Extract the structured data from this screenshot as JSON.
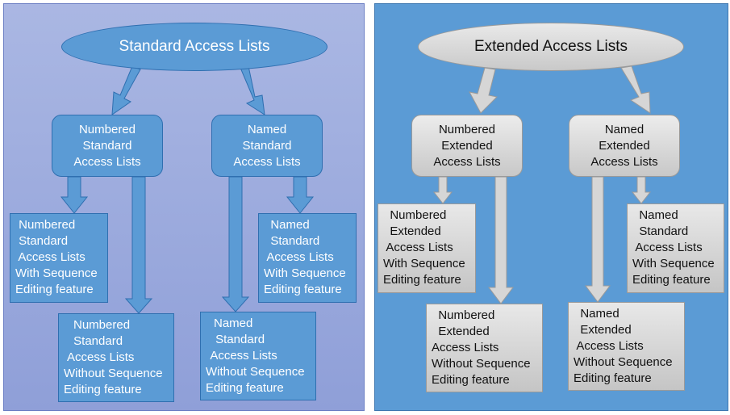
{
  "left": {
    "root": "Standard Access Lists",
    "children": [
      {
        "lines": [
          "Numbered",
          "Standard",
          "Access Lists"
        ]
      },
      {
        "lines": [
          "Named",
          "Standard",
          "Access Lists"
        ]
      }
    ],
    "leaves": [
      {
        "lines": [
          " Numbered",
          " Standard",
          " Access Lists",
          "With Sequence",
          "Editing feature"
        ]
      },
      {
        "lines": [
          "  Named",
          "  Standard",
          " Access Lists",
          "With Sequence",
          "Editing feature"
        ]
      },
      {
        "lines": [
          "Numbered",
          " Standard",
          "Access Lists",
          "Without Sequence",
          "Editing feature"
        ]
      },
      {
        "lines": [
          "Named",
          " Standard",
          " Access Lists",
          "Without Sequence",
          "Editing feature"
        ]
      }
    ]
  },
  "right": {
    "root": "Extended Access Lists",
    "children": [
      {
        "lines": [
          "Numbered",
          "Extended",
          "Access Lists"
        ]
      },
      {
        "lines": [
          "Named",
          "Extended",
          "Access Lists"
        ]
      }
    ],
    "leaves": [
      {
        "lines": [
          "  Numbered",
          "  Extended",
          " Access Lists",
          "With Sequence",
          "Editing feature"
        ]
      },
      {
        "lines": [
          "  Named",
          "  Standard",
          " Access Lists",
          "With Sequence",
          "Editing feature"
        ]
      },
      {
        "lines": [
          "  Numbered",
          "  Extended",
          "Access Lists",
          "Without Sequence",
          "Editing feature"
        ]
      },
      {
        "lines": [
          "  Named",
          "  Extended",
          " Access Lists",
          "Without Sequence",
          "Editing feature"
        ]
      }
    ]
  },
  "colors": {
    "left_panel": "#9aa9dd",
    "right_panel": "#5b9bd5",
    "blue_node": "#5b9bd5",
    "grey_node": "#d9d9d9"
  }
}
